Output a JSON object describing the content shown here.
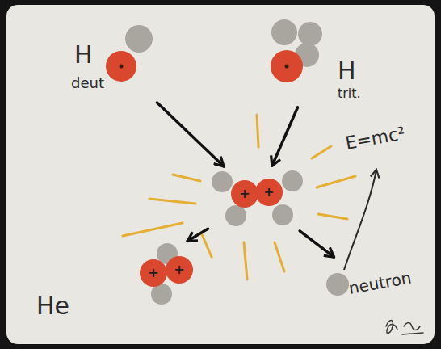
{
  "diagram": {
    "nodes": [
      {
        "text": [
          "H",
          "deut"
        ]
      },
      {
        "text": [
          "H",
          "trit."
        ]
      },
      {
        "text": [
          "+",
          "+"
        ]
      },
      {
        "text": [
          "+",
          "+",
          "He"
        ]
      },
      {
        "text": [
          "neutron"
        ]
      }
    ],
    "edges": [
      {
        "from": 0,
        "to": 2,
        "arrow": "to"
      },
      {
        "from": 1,
        "to": 2,
        "arrow": "to"
      },
      {
        "from": 2,
        "to": 3,
        "arrow": "to"
      },
      {
        "from": 2,
        "to": 4,
        "arrow": "to"
      }
    ],
    "labels": [
      "E=mc²"
    ]
  }
}
